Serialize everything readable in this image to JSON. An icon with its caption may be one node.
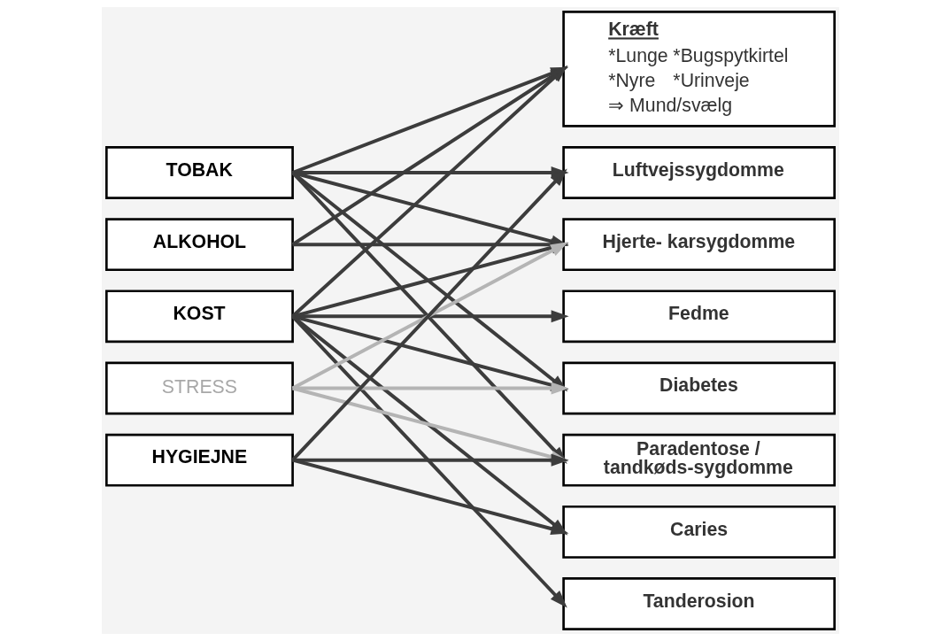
{
  "diagram": {
    "nodes": [
      {
        "text": [
          "TOBAK"
        ]
      },
      {
        "text": [
          "ALKOHOL"
        ]
      },
      {
        "text": [
          "KOST"
        ]
      },
      {
        "text": [
          "STRESS"
        ]
      },
      {
        "text": [
          "HYGIEJNE"
        ]
      },
      {
        "text": [
          "Kræft",
          "*Lunge",
          "*Bugspytkirtel",
          "*Nyre",
          "*Urinveje",
          "⇒ Mund/svælg"
        ]
      },
      {
        "text": [
          "Luftvejssygdomme"
        ]
      },
      {
        "text": [
          "Hjerte- karsygdomme"
        ]
      },
      {
        "text": [
          "Fedme"
        ]
      },
      {
        "text": [
          "Diabetes"
        ]
      },
      {
        "text": [
          "Paradentose / tandkøds-sygdomme"
        ]
      },
      {
        "text": [
          "Caries"
        ]
      },
      {
        "text": [
          "Tanderosion"
        ]
      }
    ],
    "edges": [
      {
        "from": 0,
        "to": 5,
        "arrow": "to"
      },
      {
        "from": 0,
        "to": 6,
        "arrow": "to"
      },
      {
        "from": 0,
        "to": 7,
        "arrow": "to"
      },
      {
        "from": 0,
        "to": 9,
        "arrow": "to"
      },
      {
        "from": 0,
        "to": 10,
        "arrow": "to"
      },
      {
        "from": 1,
        "to": 5,
        "arrow": "to"
      },
      {
        "from": 1,
        "to": 7,
        "arrow": "to"
      },
      {
        "from": 2,
        "to": 5,
        "arrow": "to"
      },
      {
        "from": 2,
        "to": 7,
        "arrow": "to"
      },
      {
        "from": 2,
        "to": 8,
        "arrow": "to"
      },
      {
        "from": 2,
        "to": 9,
        "arrow": "to"
      },
      {
        "from": 2,
        "to": 11,
        "arrow": "to"
      },
      {
        "from": 2,
        "to": 12,
        "arrow": "to"
      },
      {
        "from": 3,
        "to": 7,
        "arrow": "to",
        "color": "#b4b4b4"
      },
      {
        "from": 3,
        "to": 9,
        "arrow": "to",
        "color": "#b4b4b4"
      },
      {
        "from": 3,
        "to": 10,
        "arrow": "to",
        "color": "#b4b4b4"
      },
      {
        "from": 4,
        "to": 6,
        "arrow": "to"
      },
      {
        "from": 4,
        "to": 10,
        "arrow": "to"
      },
      {
        "from": 4,
        "to": 11,
        "arrow": "to"
      }
    ]
  }
}
